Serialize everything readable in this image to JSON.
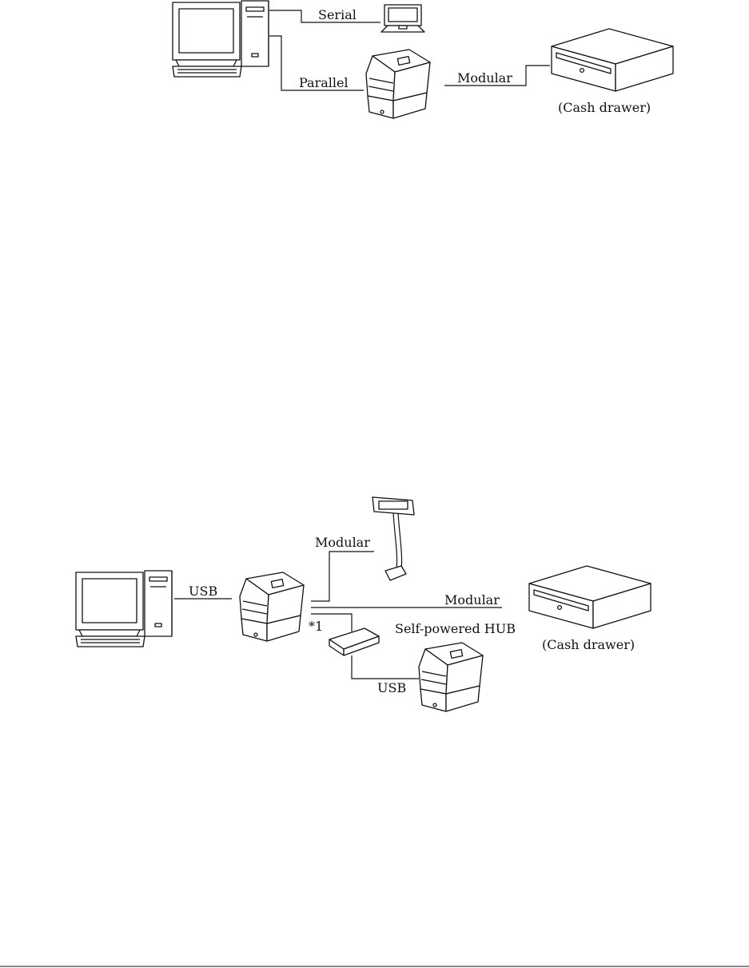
{
  "diagram1": {
    "labels": {
      "serial": "Serial",
      "parallel": "Parallel",
      "modular": "Modular",
      "cash_drawer": "(Cash drawer)"
    }
  },
  "diagram2": {
    "labels": {
      "usb_host": "USB",
      "modular_display": "Modular",
      "modular_drawer": "Modular",
      "footnote_marker": "*1",
      "hub": "Self-powered HUB",
      "cash_drawer": "(Cash drawer)",
      "usb_hub": "USB"
    }
  },
  "colors": {
    "line": "#111111",
    "paper": "#ffffff",
    "panel": "#e9e9e9"
  }
}
